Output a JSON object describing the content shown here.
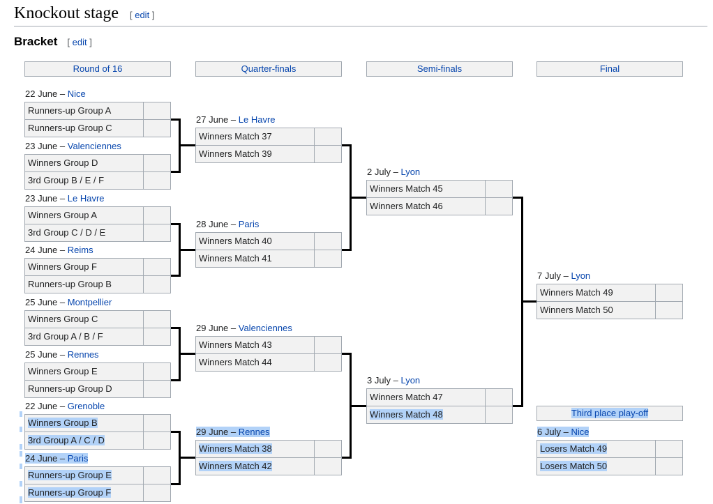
{
  "page": {
    "title": "Knockout stage",
    "title_edit": "edit",
    "section_title": "Bracket",
    "section_edit": "edit",
    "bracket_open": "[",
    "bracket_close": "]",
    "dash": "–"
  },
  "headers": {
    "round_of_16": "Round of 16",
    "quarter_finals": "Quarter-finals",
    "semi_finals": "Semi-finals",
    "final": "Final",
    "third_place": "Third place play-off"
  },
  "matches": {
    "r16_1": {
      "date": "22 June",
      "venue": "Nice",
      "home": "Runners-up Group A",
      "away": "Runners-up Group C"
    },
    "r16_2": {
      "date": "23 June",
      "venue": "Valenciennes",
      "home": "Winners Group D",
      "away": "3rd Group B / E / F"
    },
    "r16_3": {
      "date": "23 June",
      "venue": "Le Havre",
      "home": "Winners Group A",
      "away": "3rd Group C / D / E"
    },
    "r16_4": {
      "date": "24 June",
      "venue": "Reims",
      "home": "Winners Group F",
      "away": "Runners-up Group B"
    },
    "r16_5": {
      "date": "25 June",
      "venue": "Montpellier",
      "home": "Winners Group C",
      "away": "3rd Group A / B / F"
    },
    "r16_6": {
      "date": "25 June",
      "venue": "Rennes",
      "home": "Winners Group E",
      "away": "Runners-up Group D"
    },
    "r16_7": {
      "date": "22 June",
      "venue": "Grenoble",
      "home": "Winners Group B",
      "away": "3rd Group A / C / D"
    },
    "r16_8": {
      "date": "24 June",
      "venue": "Paris",
      "home": "Runners-up Group E",
      "away": "Runners-up Group F"
    },
    "qf_1": {
      "date": "27 June",
      "venue": "Le Havre",
      "home": "Winners Match 37",
      "away": "Winners Match 39"
    },
    "qf_2": {
      "date": "28 June",
      "venue": "Paris",
      "home": "Winners Match 40",
      "away": "Winners Match 41"
    },
    "qf_3": {
      "date": "29 June",
      "venue": "Valenciennes",
      "home": "Winners Match 43",
      "away": "Winners Match 44"
    },
    "qf_4": {
      "date": "29 June",
      "venue": "Rennes",
      "home": "Winners Match 38",
      "away": "Winners Match 42"
    },
    "sf_1": {
      "date": "2 July",
      "venue": "Lyon",
      "home": "Winners Match 45",
      "away": "Winners Match 46"
    },
    "sf_2": {
      "date": "3 July",
      "venue": "Lyon",
      "home": "Winners Match 47",
      "away": "Winners Match 48"
    },
    "final": {
      "date": "7 July",
      "venue": "Lyon",
      "home": "Winners Match 49",
      "away": "Winners Match 50"
    },
    "third_place": {
      "date": "6 July",
      "venue": "Nice",
      "home": "Losers Match 49",
      "away": "Losers Match 50"
    }
  },
  "colors": {
    "link": "#0645ad",
    "selection_highlight": "#b2d2f8",
    "cell_background": "#f2f2f2",
    "border": "#a2a9b1",
    "connector": "#000000"
  }
}
